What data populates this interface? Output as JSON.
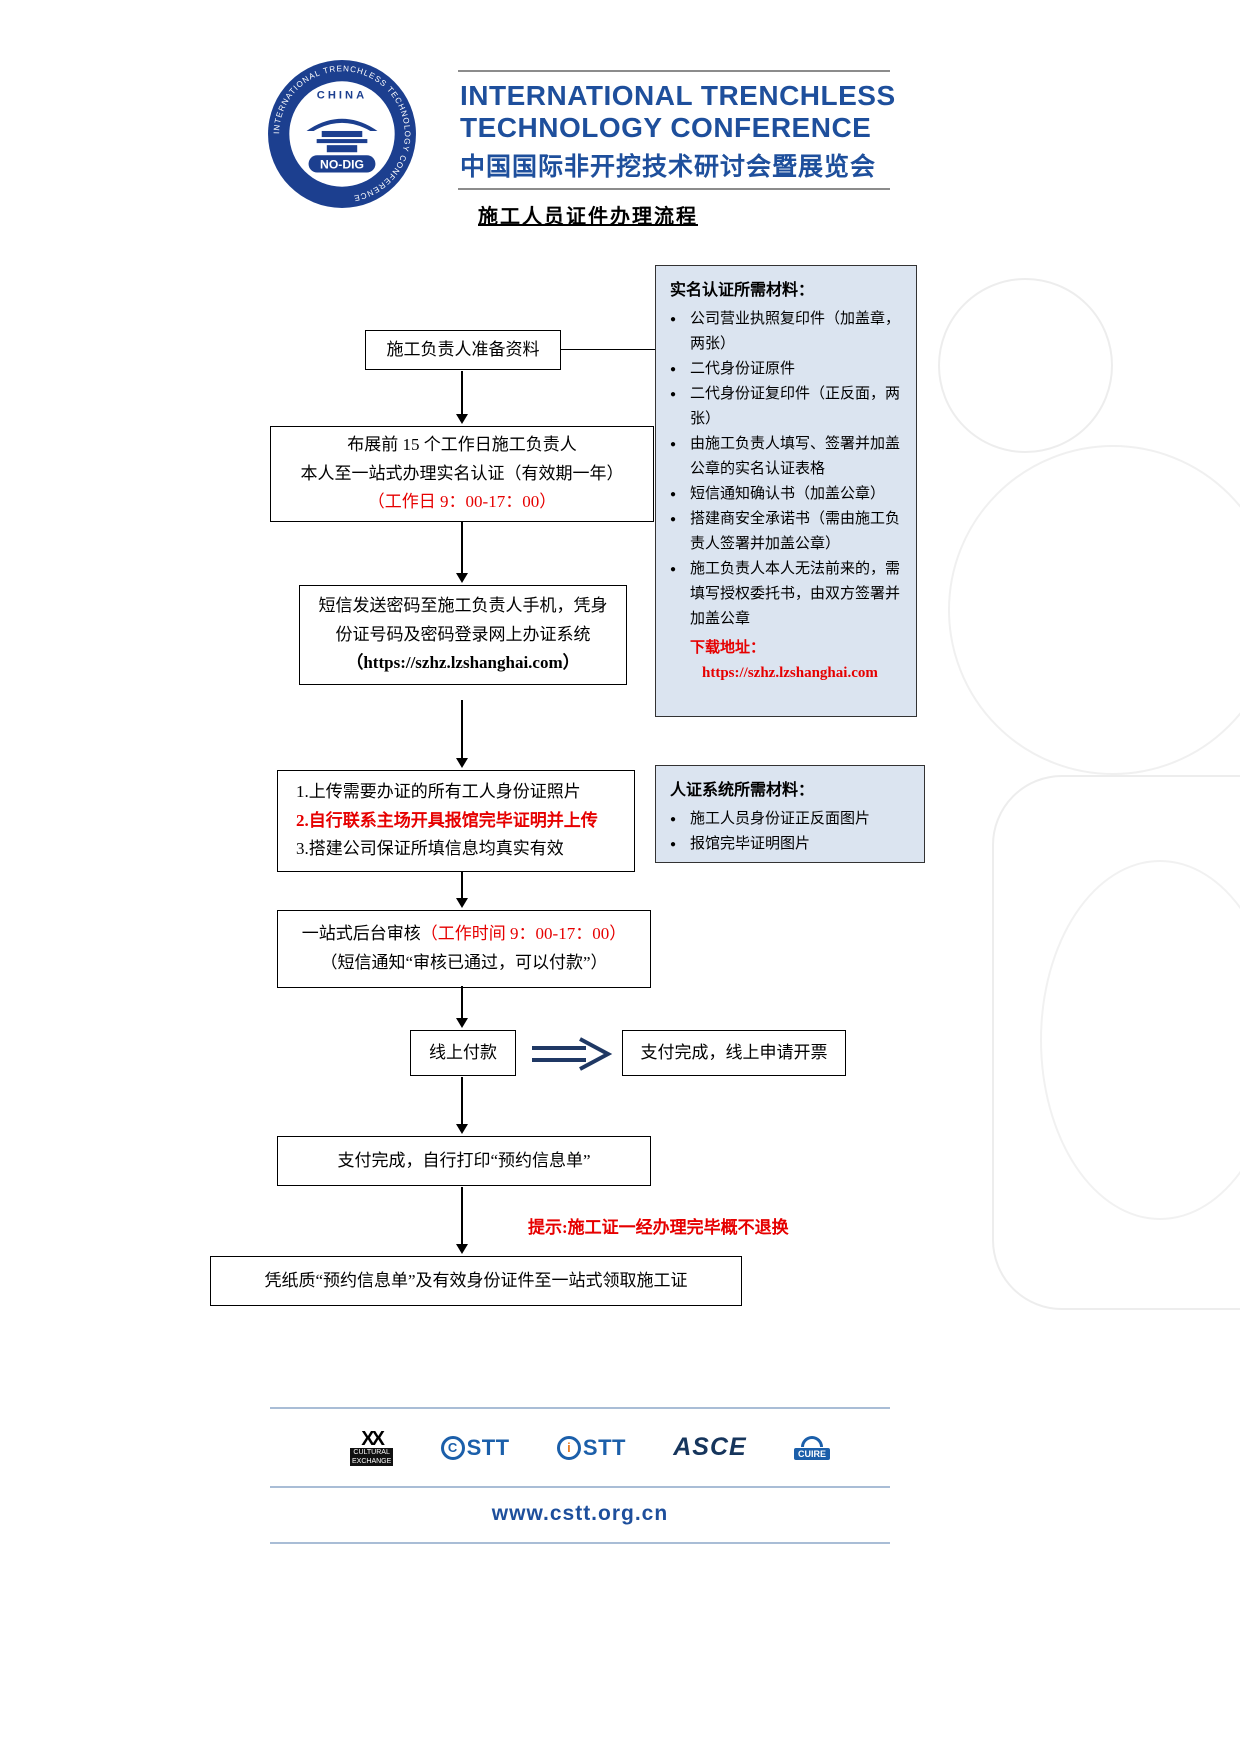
{
  "colors": {
    "accent_blue": "#1e4f9c",
    "red": "#e60000",
    "panel_bg": "#dbe4f0"
  },
  "logo": {
    "country": "CHINA",
    "ring_text": "INTERNATIONAL TRENCHLESS TECHNOLOGY CONFERENCE",
    "badge": "NO-DIG"
  },
  "header": {
    "title_line1": "INTERNATIONAL TRENCHLESS",
    "title_line2": "TECHNOLOGY CONFERENCE",
    "title_line3": "中国国际非开挖技术研讨会暨展览会",
    "subtitle": "施工人员证件办理流程"
  },
  "flow": {
    "step1": "施工负责人准备资料",
    "step2": {
      "line1": "布展前 15 个工作日施工负责人",
      "line2": "本人至一站式办理实名认证（有效期一年）",
      "line3": "（工作日 9：00-17：00）"
    },
    "step3": {
      "line1": "短信发送密码至施工负责人手机，凭身",
      "line2": "份证号码及密码登录网上办证系统",
      "line3": "（https://szhz.lzshanghai.com）"
    },
    "step4": {
      "line1": "1.上传需要办证的所有工人身份证照片",
      "line2": "2.自行联系主场开具报馆完毕证明并上传",
      "line3": "3.搭建公司保证所填信息均真实有效"
    },
    "step5": {
      "line1_black": "一站式后台审核",
      "line1_red": "（工作时间 9：00-17：00）",
      "line2": "（短信通知“审核已通过，可以付款”）"
    },
    "step6": "线上付款",
    "step7": "支付完成，线上申请开票",
    "step8": "支付完成，自行打印“预约信息单”",
    "tip": "提示:施工证一经办理完毕概不退换",
    "step9": "凭纸质“预约信息单”及有效身份证件至一站式领取施工证"
  },
  "materials_realname": {
    "title": "实名认证所需材料：",
    "bullet": "●",
    "items": [
      "公司营业执照复印件（加盖章，两张）",
      "二代身份证原件",
      "二代身份证复印件（正反面，两张）",
      "由施工负责人填写、签署并加盖公章的实名认证表格",
      "短信通知确认书（加盖公章）",
      "搭建商安全承诺书（需由施工负责人签署并加盖公章）",
      "施工负责人本人无法前来的，需填写授权委托书，由双方签署并加盖公章"
    ],
    "download_label": "下载地址：",
    "download_url": "https://szhz.lzshanghai.com"
  },
  "materials_idsystem": {
    "title": "人证系统所需材料：",
    "bullet": "●",
    "items": [
      "施工人员身份证正反面图片",
      "报馆完毕证明图片"
    ]
  },
  "footer": {
    "cultural_mark": "XX",
    "cultural_line1": "CULTURAL",
    "cultural_line2": "EXCHANGE",
    "cstt_c": "C",
    "cstt_rest": "STT",
    "istt_i": "i",
    "istt_rest": "STT",
    "asce": "ASCE",
    "cuire": "CUIRE",
    "website": "www.cstt.org.cn"
  }
}
